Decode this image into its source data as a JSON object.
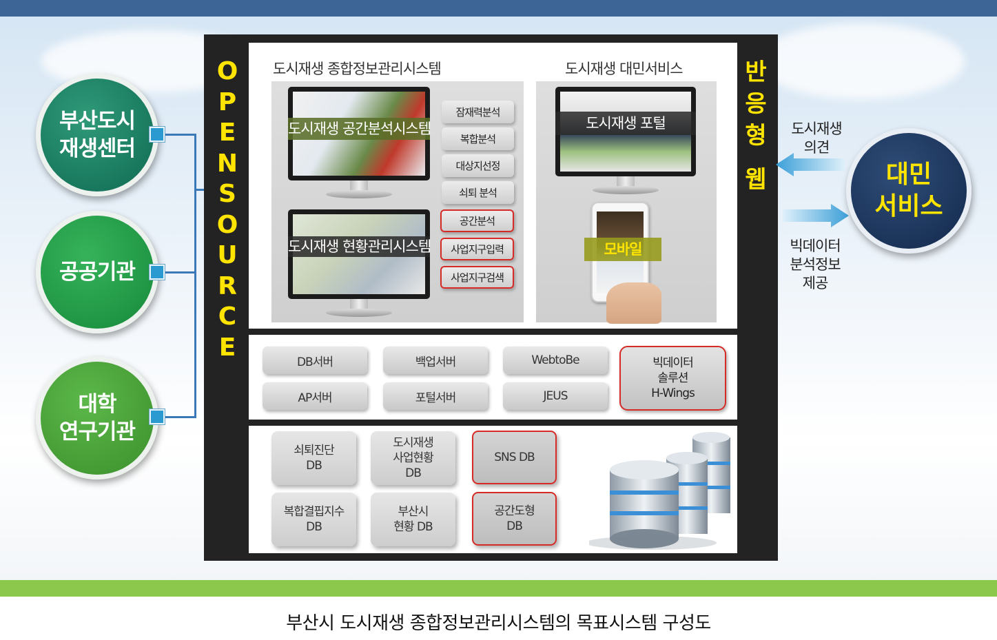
{
  "left_nodes": [
    {
      "label": "부산도시\n재생센터"
    },
    {
      "label": "공공기관"
    },
    {
      "label": "대학\n연구기관"
    }
  ],
  "open_source": {
    "label": "OPENSOURCE"
  },
  "vertical_label_right": {
    "label": "반응형웹"
  },
  "system_panel": {
    "title_left": "도시재생 종합정보관리시스템",
    "title_right": "도시재생 대민서비스",
    "monitor_spatial": "도시재생 공간분석시스템",
    "monitor_status": "도시재생 현황관리시스템",
    "monitor_portal": "도시재생 포털",
    "mobile": "모바일",
    "analysis_tags": [
      "잠재력분석",
      "복합분석",
      "대상지선정",
      "쇠퇴 분석"
    ],
    "highlight_tags": [
      "공간분석",
      "사업지구입력",
      "사업지구검색"
    ]
  },
  "servers": {
    "items": [
      "DB서버",
      "백업서버",
      "WebtoBe",
      "AP서버",
      "포털서버",
      "JEUS"
    ],
    "bigdata": "빅데이터\n솔루션\nH-Wings"
  },
  "databases": {
    "items": [
      "쇠퇴진단\nDB",
      "도시재생\n사업현황\nDB",
      "복합결핍지수\nDB",
      "부산시\n현황 DB"
    ],
    "highlight": [
      "SNS DB",
      "공간도형\nDB"
    ]
  },
  "right": {
    "opinion": "도시재생\n의견",
    "provide": "빅데이터\n분석정보\n제공",
    "service": "대민\n서비스"
  },
  "colors": {
    "top_bar": "#3d6596",
    "bottom_bar": "#8cc84b",
    "accent_yellow": "#ffe400",
    "highlight_red": "#d52a25",
    "connector_blue": "#2b9ad0"
  },
  "caption": "부산시 도시재생 종합정보관리시스템의 목표시스템 구성도"
}
